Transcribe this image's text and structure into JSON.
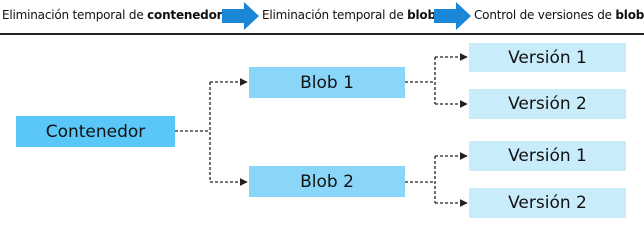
{
  "header": {
    "steps": [
      {
        "prefix": "Eliminación temporal de ",
        "bold": "contenedores"
      },
      {
        "prefix": "Eliminación temporal de ",
        "bold": "blobs"
      },
      {
        "prefix": "Control de versiones de ",
        "bold": "blobs"
      }
    ]
  },
  "diagram": {
    "container_label": "Contenedor",
    "blobs": [
      {
        "label": "Blob 1",
        "versions": [
          "Versión 1",
          "Versión 2"
        ]
      },
      {
        "label": "Blob 2",
        "versions": [
          "Versión 1",
          "Versión 2"
        ]
      }
    ]
  },
  "colors": {
    "container": "#59c7f7",
    "blob": "#89d6f9",
    "version": "#c9ecfb",
    "arrow": "#1a86d6",
    "divider": "#222222"
  }
}
